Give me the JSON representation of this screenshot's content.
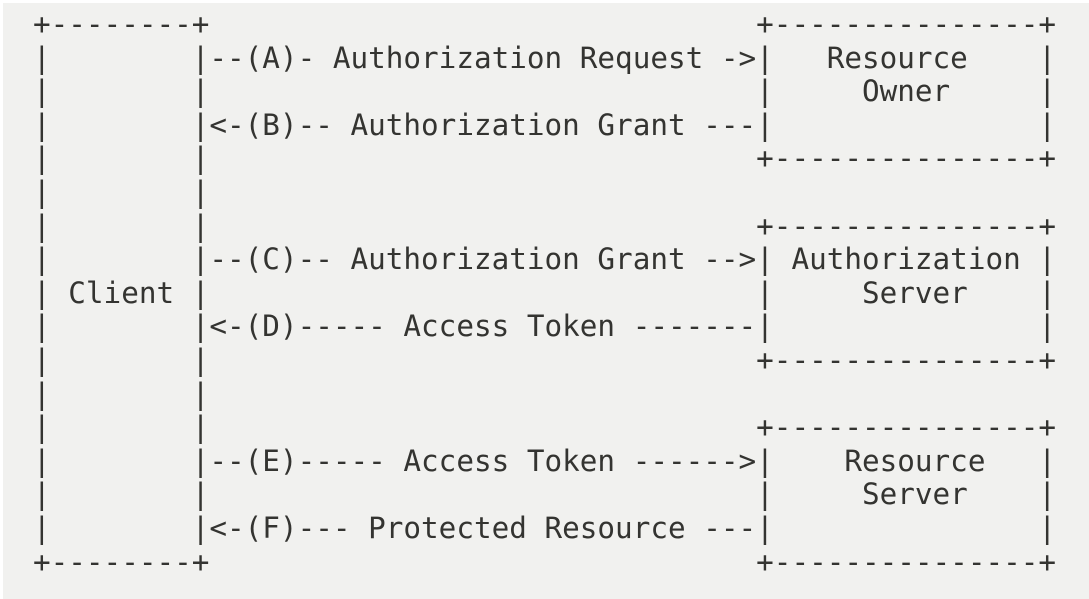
{
  "colors": {
    "page_background": "#ffffff",
    "diagram_background": "#f1f1ef",
    "text": "#343431"
  },
  "entities": {
    "client": "Client",
    "resource_owner": "Resource Owner",
    "authorization_server": "Authorization Server",
    "resource_server": "Resource Server"
  },
  "flows": [
    {
      "step": "A",
      "label": "Authorization Request",
      "from": "Client",
      "to": "Resource Owner",
      "direction": "right"
    },
    {
      "step": "B",
      "label": "Authorization Grant",
      "from": "Resource Owner",
      "to": "Client",
      "direction": "left"
    },
    {
      "step": "C",
      "label": "Authorization Grant",
      "from": "Client",
      "to": "Authorization Server",
      "direction": "right"
    },
    {
      "step": "D",
      "label": "Access Token",
      "from": "Authorization Server",
      "to": "Client",
      "direction": "left"
    },
    {
      "step": "E",
      "label": "Access Token",
      "from": "Client",
      "to": "Resource Server",
      "direction": "right"
    },
    {
      "step": "F",
      "label": "Protected Resource",
      "from": "Resource Server",
      "to": "Client",
      "direction": "left"
    }
  ],
  "ascii_diagram": {
    "lines": [
      "+--------+                               +---------------+",
      "|        |--(A)- Authorization Request ->|   Resource    |",
      "|        |                               |     Owner     |",
      "|        |<-(B)-- Authorization Grant ---|               |",
      "|        |                               +---------------+",
      "|        |",
      "|        |                               +---------------+",
      "|        |--(C)-- Authorization Grant -->| Authorization |",
      "| Client |                               |     Server    |",
      "|        |<-(D)----- Access Token -------|               |",
      "|        |                               +---------------+",
      "|        |",
      "|        |                               +---------------+",
      "|        |--(E)----- Access Token ------>|    Resource   |",
      "|        |                               |     Server    |",
      "|        |<-(F)--- Protected Resource ---|               |",
      "+--------+                               +---------------+"
    ]
  }
}
